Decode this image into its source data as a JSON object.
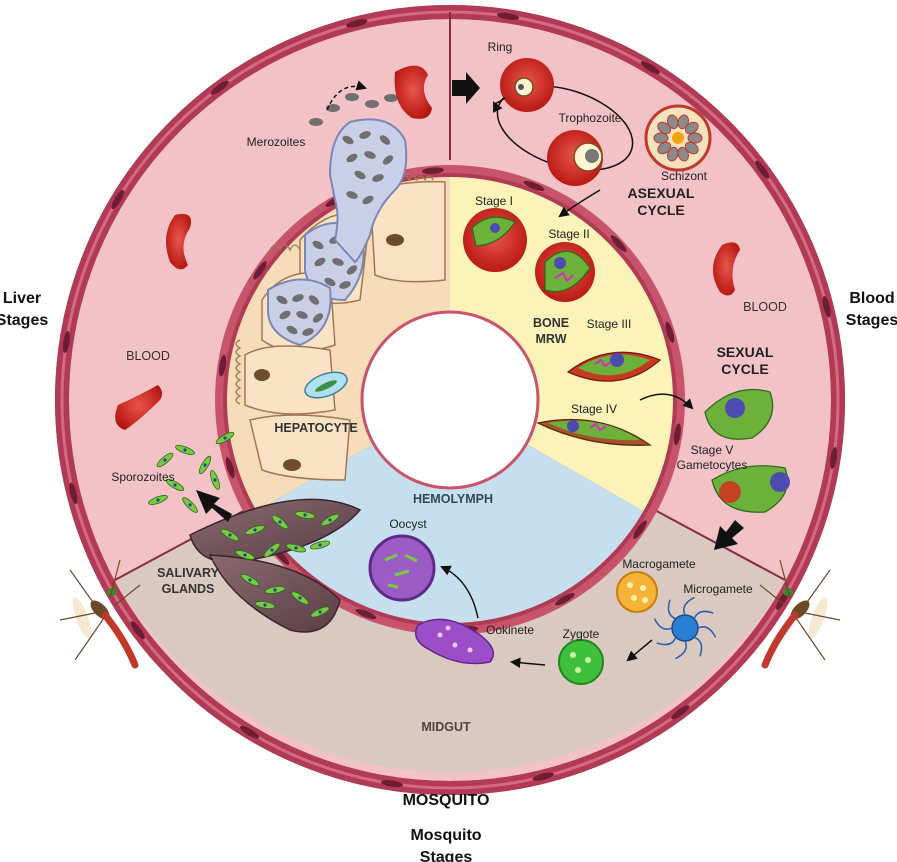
{
  "labels": {
    "liver_stages": "Liver\nStages",
    "blood_stages": "Blood\nStages",
    "mosquito_stages": "Mosquito\nStages",
    "mosquito": "MOSQUITO",
    "blood_left": "BLOOD",
    "blood_right": "BLOOD",
    "hepatocyte": "HEPATOCYTE",
    "hemolymph": "HEMOLYMPH",
    "bone_mrw": "BONE\nMRW",
    "midgut": "MIDGUT",
    "salivary_glands": "SALIVARY\nGLANDS",
    "asexual_cycle": "ASEXUAL\nCYCLE",
    "sexual_cycle": "SEXUAL\nCYCLE",
    "merozoites": "Merozoites",
    "ring": "Ring",
    "trophozoite": "Trophozoite",
    "schizont": "Schizont",
    "stage_i": "Stage I",
    "stage_ii": "Stage II",
    "stage_iii": "Stage III",
    "stage_iv": "Stage IV",
    "stage_v": "Stage V\nGametocytes",
    "sporozoites": "Sporozoites",
    "oocyst": "Oocyst",
    "ookinete": "Ookinete",
    "zygote": "Zygote",
    "macrogamete": "Macrogamete",
    "microgamete": "Microgamete"
  },
  "colors": {
    "outer_ring": "#f2c2c7",
    "ring_border": "#b13a55",
    "liver_area": "#f6dcb9",
    "bone_marrow": "#fbf3b7",
    "hemolymph": "#c6dfee",
    "midgut": "#d9c9c0",
    "rbc": "#d8261c"
  }
}
